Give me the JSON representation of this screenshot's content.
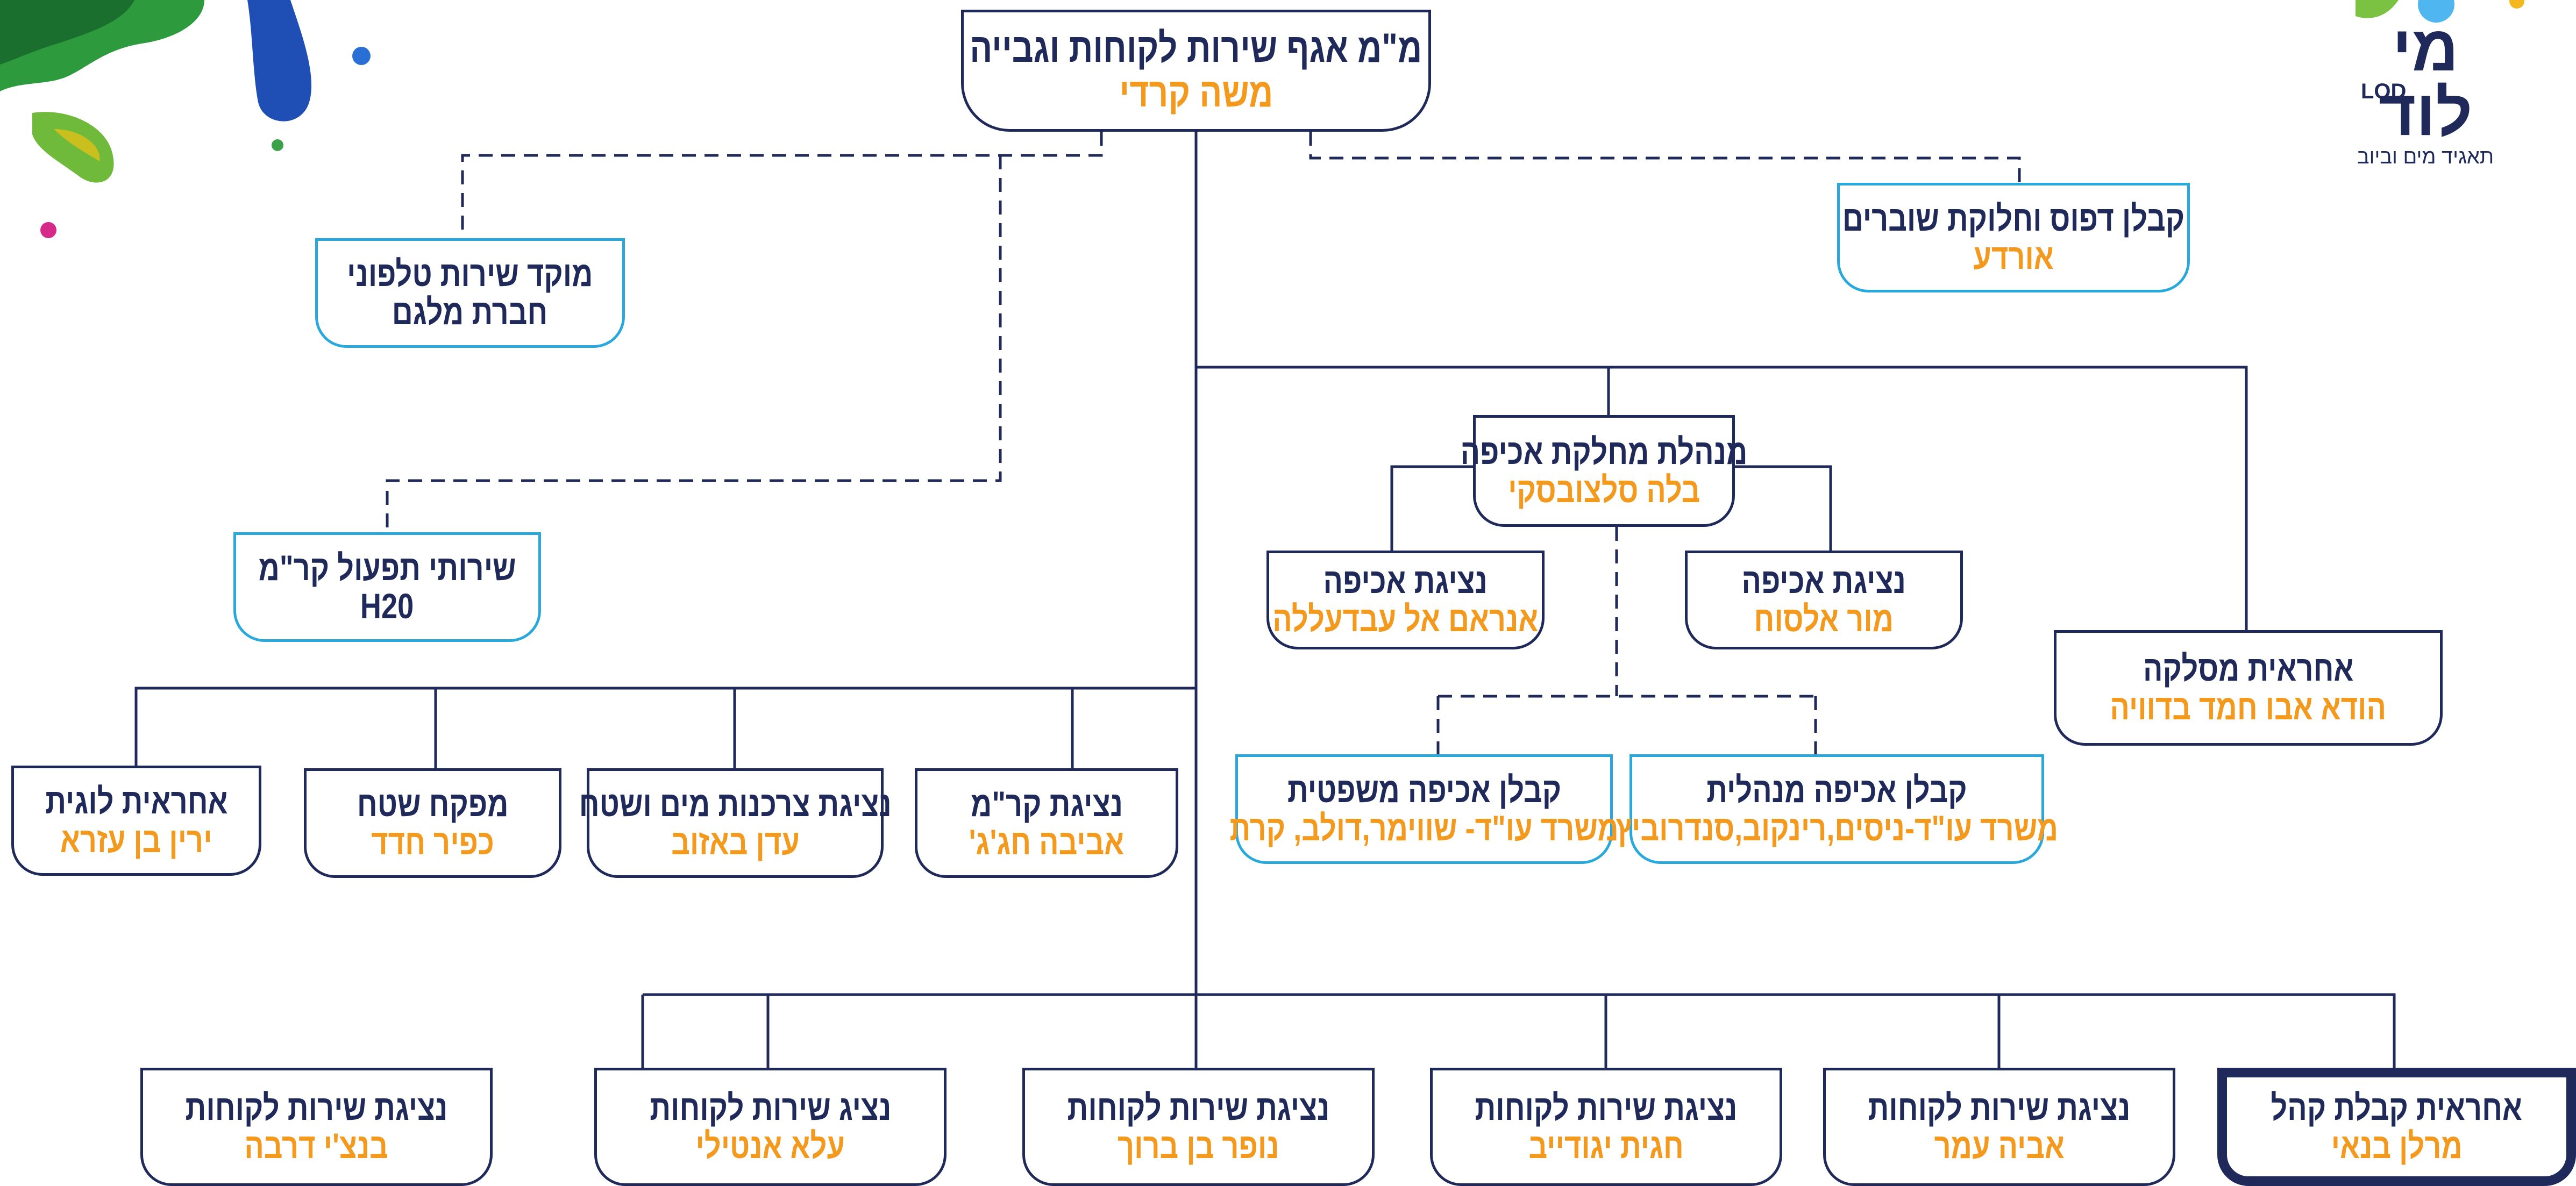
{
  "colors": {
    "navy": "#1f2a5a",
    "orange": "#f39a1e",
    "cyan": "#29a8db",
    "green": "#2e9a3e"
  },
  "logo": {
    "main": "מי לוד",
    "lod": "LOD",
    "sub": "תאגיד מים וביוב"
  },
  "nodes": {
    "head": {
      "title": "מ\"מ אגף שירות לקוחות וגבייה",
      "name": "משה קרדי"
    },
    "print": {
      "title": "קבלן דפוס וחלוקת שוברים",
      "name": "אורדע"
    },
    "callcenter": {
      "title": "מוקד שירות טלפוני",
      "name": "חברת מלגם"
    },
    "h2o": {
      "title": "שירותי תפעול קר\"מ",
      "name": "H20"
    },
    "enf_mgr": {
      "title": "מנהלת מחלקת אכיפה",
      "name": "בלה סלצובסקי"
    },
    "enf_rep1": {
      "title": "נציגת אכיפה",
      "name": "אנראם אל עבדעללה"
    },
    "enf_rep2": {
      "title": "נציגת אכיפה",
      "name": "מור אלסוח"
    },
    "clearing": {
      "title": "אחראית מסלקה",
      "name": "הודא אבו חמד בדוויה"
    },
    "legal": {
      "title": "קבלן אכיפה משפטית",
      "name": "משרד עו\"ד- שווימר,דולב, קרת"
    },
    "admin_enf": {
      "title": "קבלן אכיפה מנהלית",
      "name": "משרד עו\"ד-ניסים,רינקוב,סנדרוביץ"
    },
    "logistics": {
      "title": "אחראית לוגית",
      "name": "ירין בן עזרא"
    },
    "inspector": {
      "title": "מפקח שטח",
      "name": "כפיר חדד"
    },
    "consumption": {
      "title": "נציגת צרכנות מים ושטח",
      "name": "עדן באזוב"
    },
    "karam_rep": {
      "title": "נציגת קר\"מ",
      "name": "אביבה חג'ג'"
    },
    "cs1": {
      "title": "נציגת שירות לקוחות",
      "name": "בנצ'י דרבה"
    },
    "cs2": {
      "title": "נציג שירות לקוחות",
      "name": "עלא אנטילי"
    },
    "cs3": {
      "title": "נציגת שירות לקוחות",
      "name": "נופר בן ברוך"
    },
    "cs4": {
      "title": "נציגת שירות לקוחות",
      "name": "חגית יגודייב"
    },
    "cs5": {
      "title": "נציגת שירות לקוחות",
      "name": "אביה עמר"
    },
    "reception": {
      "title": "אחראית קבלת קהל",
      "name": "מרלן בנאי"
    }
  }
}
